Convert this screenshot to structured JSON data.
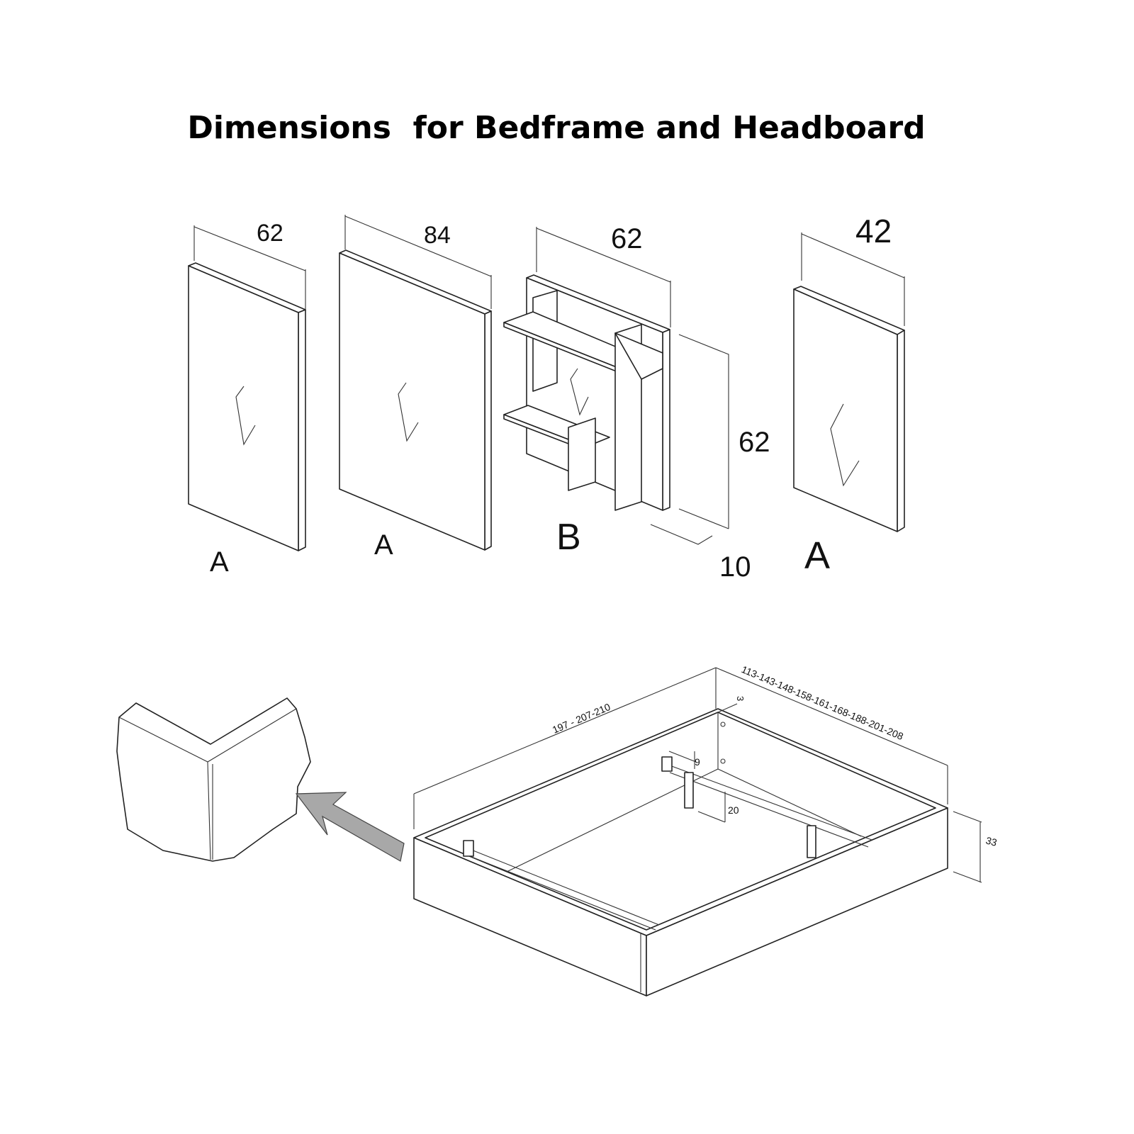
{
  "title": "Dimensions  for Bedframe and Headboard",
  "headboard": {
    "panels": [
      {
        "label": "A",
        "width": "62"
      },
      {
        "label": "A",
        "width": "84"
      },
      {
        "label": "B",
        "width": "62",
        "height": "62",
        "depth": "10"
      },
      {
        "label": "A",
        "width": "42"
      }
    ]
  },
  "bedframe": {
    "length": "197 - 207-210",
    "widths": "113-143-148-158-161-168-188-201-208",
    "rim_thickness": "3",
    "rail_offset": "9",
    "leg_height": "20",
    "frame_height": "33"
  },
  "colors": {
    "arrow": "#a8a8a8",
    "line": "#222222"
  }
}
